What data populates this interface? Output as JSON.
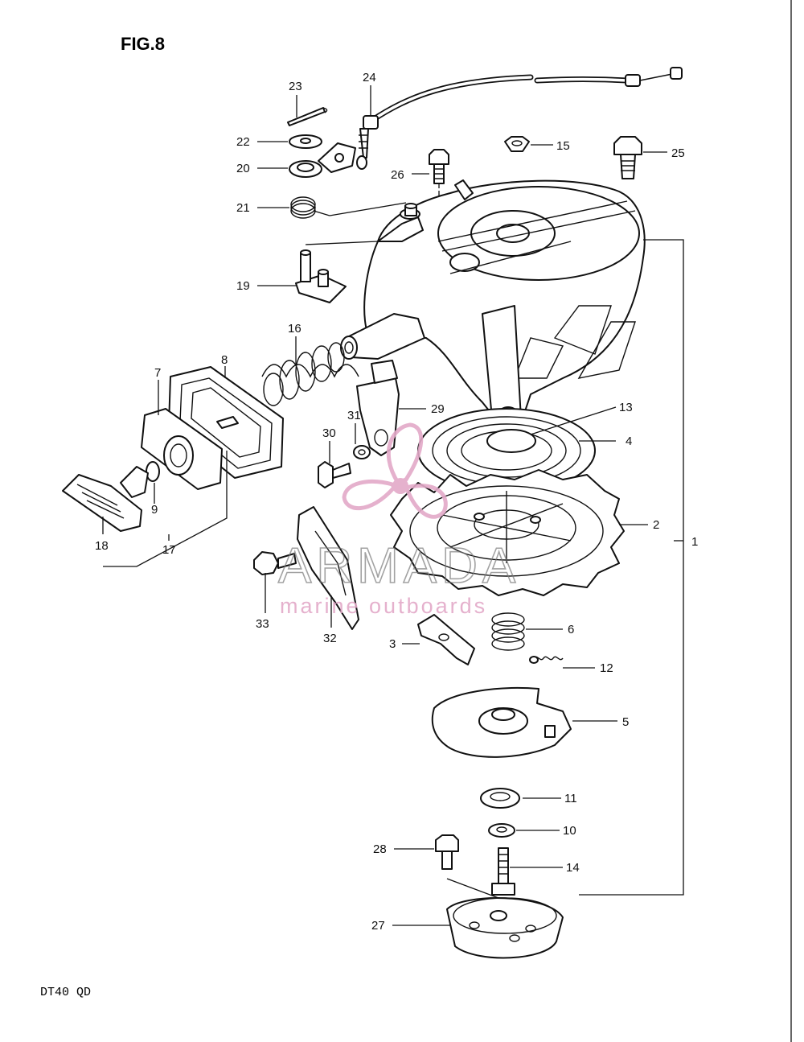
{
  "figure": {
    "title": "FIG.8",
    "model": "DT40 QD"
  },
  "watermark": {
    "brand": "ARMADA",
    "tagline": "marine outboards",
    "accent_color": "#e3a9c8"
  },
  "callouts": {
    "c1": "1",
    "c2": "2",
    "c3": "3",
    "c4": "4",
    "c5": "5",
    "c6": "6",
    "c7": "7",
    "c8": "8",
    "c9": "9",
    "c10": "10",
    "c11": "11",
    "c12": "12",
    "c13": "13",
    "c14": "14",
    "c15": "15",
    "c16": "16",
    "c17": "17",
    "c18": "18",
    "c19": "19",
    "c20": "20",
    "c21": "21",
    "c22": "22",
    "c23": "23",
    "c24": "24",
    "c25": "25",
    "c26": "26",
    "c27": "27",
    "c28": "28",
    "c29": "29",
    "c30": "30",
    "c31": "31",
    "c32": "32",
    "c33": "33"
  }
}
